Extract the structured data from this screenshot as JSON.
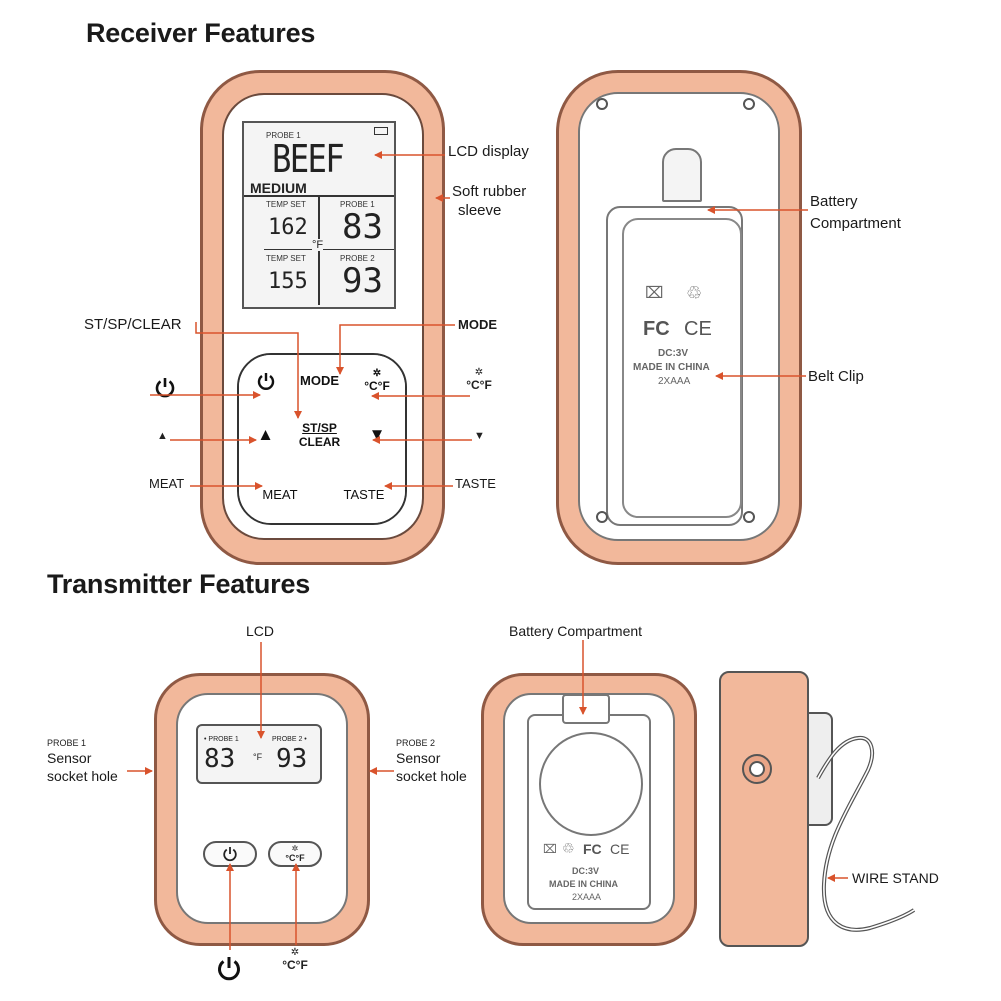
{
  "headings": {
    "receiver": "Receiver Features",
    "transmitter": "Transmitter Features"
  },
  "receiver": {
    "lcd": {
      "probe1_top": "PROBE 1",
      "meat": "BEEF",
      "doneness": "MEDIUM",
      "temp_set": "TEMP SET",
      "probe1": "PROBE 1",
      "probe2": "PROBE 2",
      "set1": "162",
      "val1": "83",
      "set2": "155",
      "val2": "93",
      "unit": "°F"
    },
    "keys": {
      "power_icon": "power-icon",
      "mode": "MODE",
      "cf": "°C°F",
      "up": "▲",
      "stsp": "ST/SP",
      "clear": "CLEAR",
      "down": "▼",
      "meat": "MEAT",
      "taste": "TASTE"
    },
    "callouts": {
      "lcd_display": "LCD display",
      "soft_rubber": "Soft rubber",
      "sleeve": "sleeve",
      "stsp_clear": "ST/SP/CLEAR",
      "mode": "MODE",
      "cf": "°C°F",
      "up": "▲",
      "down": "▼",
      "meat": "MEAT",
      "taste": "TASTE"
    },
    "back": {
      "battery_1": "Battery",
      "battery_2": "Compartment",
      "belt_clip": "Belt Clip",
      "dc": "DC:3V",
      "made_in": "MADE IN CHINA",
      "battery_type": "2XAAA",
      "fc": "FC",
      "ce": "CE"
    }
  },
  "transmitter": {
    "lcd_label": "LCD",
    "probe1_small": "PROBE 1",
    "probe2_small": "PROBE 2",
    "sensor": "Sensor",
    "socket_hole": "socket hole",
    "lcd_probe1": "• PROBE 1",
    "lcd_probe2": "PROBE 2 •",
    "val1": "83",
    "val2": "93",
    "unit": "°F",
    "battery_compartment": "Battery Compartment",
    "dc": "DC:3V",
    "made_in": "MADE IN CHINA",
    "battery_type": "2XAAA",
    "fc": "FC",
    "ce": "CE",
    "wire_stand": "WIRE STAND",
    "cf": "°C°F"
  },
  "colors": {
    "rubber": "#f2b89b",
    "rubber_edge": "#8f5944",
    "arrow": "#d9532c"
  }
}
